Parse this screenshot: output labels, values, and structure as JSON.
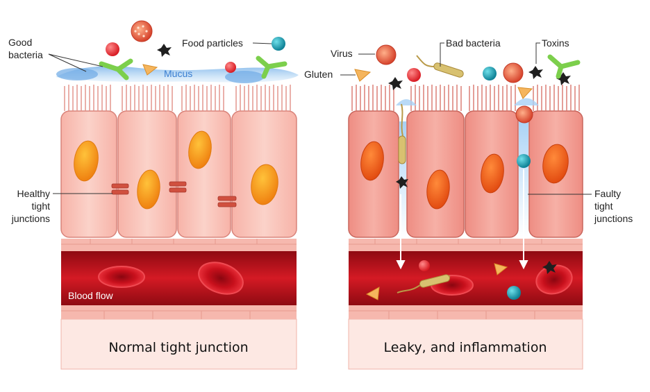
{
  "labels": {
    "good_bacteria_1": "Good",
    "good_bacteria_2": "bacteria",
    "food_particles": "Food particles",
    "mucus": "Mucus",
    "healthy_1": "Healthy",
    "healthy_2": "tight",
    "healthy_3": "junctions",
    "blood_flow": "Blood flow",
    "virus": "Virus",
    "bad_bacteria": "Bad bacteria",
    "toxins": "Toxins",
    "gluten": "Gluten",
    "faulty_1": "Faulty",
    "faulty_2": "tight",
    "faulty_3": "junctions"
  },
  "captions": {
    "left": "Normal tight junction",
    "right": "Leaky, and inflammation"
  },
  "colors": {
    "cell_fill": "#f9c3b8",
    "cell_fill_inflamed": "#f29a90",
    "cell_stroke": "#d9837a",
    "nucleus": "#f39215",
    "mucus": "#9fcaf0",
    "vessel_wall": "#f6b8ae",
    "blood": "#c0121d",
    "rbc": "#d41524",
    "caption_bg": "#fde8e3",
    "tight_junction": "#d0503f",
    "food_particle": "#1aa4b8",
    "good_bacteria": "#8bd25a",
    "bad_bacteria": "#d2b86a",
    "virus": "#e35b3f",
    "toxin": "#222222",
    "gluten": "#f2b65b",
    "red_particle": "#e8262f"
  },
  "icons": [
    "good-bacteria-icon",
    "bad-bacteria-icon",
    "virus-icon",
    "toxin-icon",
    "gluten-icon",
    "food-particle-icon",
    "red-blood-cell-icon"
  ]
}
